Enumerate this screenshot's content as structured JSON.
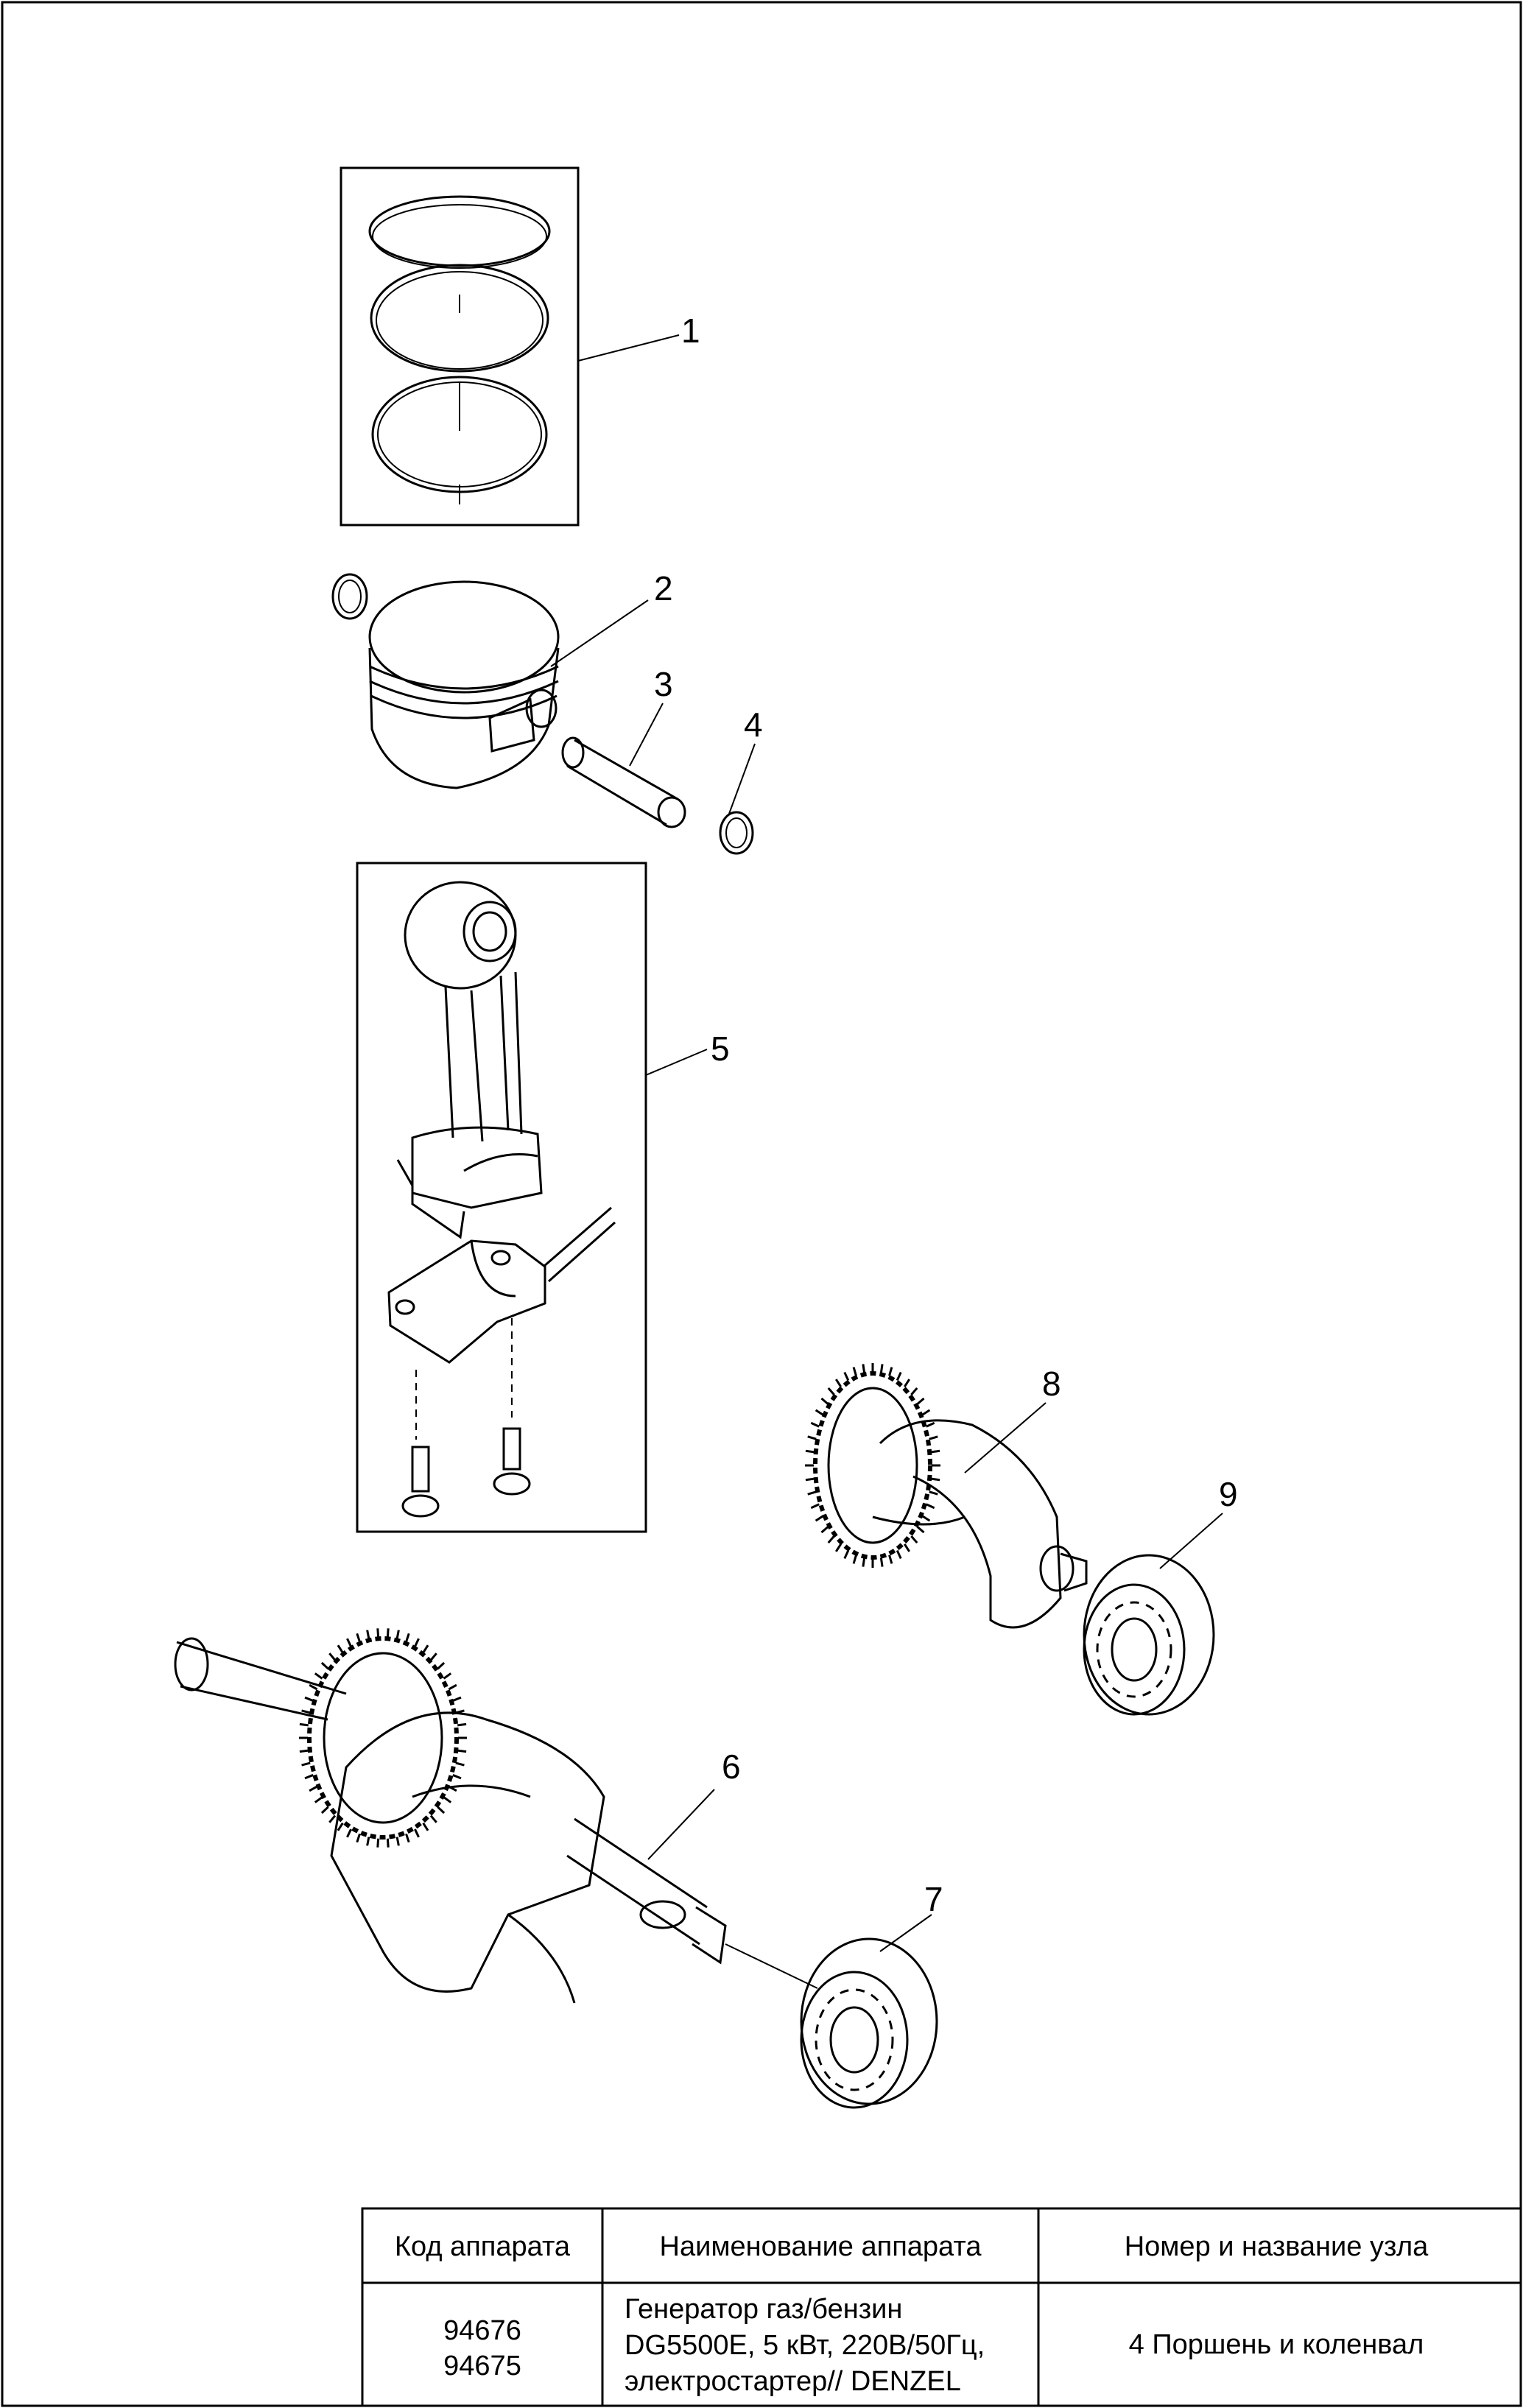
{
  "callouts": {
    "c1": "1",
    "c2": "2",
    "c3": "3",
    "c4": "4",
    "c5": "5",
    "c6": "6",
    "c7": "7",
    "c8": "8",
    "c9": "9"
  },
  "table": {
    "headers": [
      "Код аппарата",
      "Наименование аппарата",
      "Номер и название узла"
    ],
    "codes": [
      "94676",
      "94675"
    ],
    "name_lines": [
      "Генератор газ/бензин",
      "DG5500E, 5 кВт, 220В/50Гц,",
      "электростартер// DENZEL"
    ],
    "assembly": "4 Поршень и коленвал"
  },
  "colors": {
    "line": "#000000",
    "background": "#ffffff"
  }
}
